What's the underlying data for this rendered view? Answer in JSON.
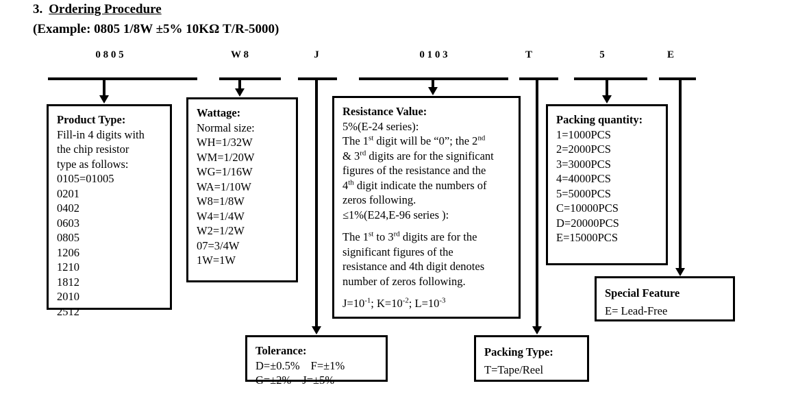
{
  "heading": {
    "number": "3.",
    "title": "Ordering Procedure",
    "example": "(Example: 0805 1/8W ±5% 10KΩ T/R-5000)"
  },
  "code_row": [
    {
      "id": "product-type",
      "value": "0  8  0  5"
    },
    {
      "id": "wattage",
      "value": "W  8"
    },
    {
      "id": "tolerance",
      "value": "J"
    },
    {
      "id": "resistance",
      "value": "0  1  0  3"
    },
    {
      "id": "packing-type",
      "value": "T"
    },
    {
      "id": "packing-quantity",
      "value": "5"
    },
    {
      "id": "special-feature",
      "value": "E"
    }
  ],
  "boxes": {
    "product_type": {
      "title": "Product Type:",
      "lines": [
        "Fill-in 4 digits with",
        "the chip resistor",
        "type as follows:",
        "0105=01005",
        "0201",
        "0402",
        "0603",
        "0805",
        "1206",
        "1210",
        "1812",
        "2010",
        "2512"
      ]
    },
    "wattage": {
      "title": "Wattage:",
      "lines": [
        "Normal size:",
        "WH=1/32W",
        "WM=1/20W",
        "WG=1/16W",
        "WA=1/10W",
        "W8=1/8W",
        "W4=1/4W",
        "W2=1/2W",
        "07=3/4W",
        "1W=1W"
      ]
    },
    "resistance": {
      "title": "Resistance Value:",
      "series_5pct": "5%(E-24 series):",
      "p1_a": "The 1",
      "p1_a_sup": "st",
      "p1_b": " digit will be “0”; the 2",
      "p1_b_sup": "nd",
      "p2_a": "& 3",
      "p2_a_sup": "rd",
      "p2_b": " digits are for the significant",
      "p3": "figures of the resistance and the",
      "p4_a": "4",
      "p4_a_sup": "th",
      "p4_b": " digit indicate the numbers of",
      "p5": "zeros following.",
      "series_1pct": "≤1%(E24,E-96 series ):",
      "q1_a": "The 1",
      "q1_a_sup": "st",
      "q1_b": " to 3",
      "q1_b_sup": "rd",
      "q1_c": " digits are for the",
      "q2": "significant figures of the",
      "q3": "resistance and 4th digit denotes",
      "q4": "number of zeros following.",
      "mult_j": "J=10",
      "mult_j_sup": "-1",
      "mult_k": "; K=10",
      "mult_k_sup": "-2",
      "mult_l": "; L=10",
      "mult_l_sup": "-3"
    },
    "packing_quantity": {
      "title": "Packing quantity:",
      "lines": [
        "1=1000PCS",
        "2=2000PCS",
        "3=3000PCS",
        "4=4000PCS",
        "5=5000PCS",
        "C=10000PCS",
        "D=20000PCS",
        "E=15000PCS"
      ]
    },
    "special_feature": {
      "title": "Special Feature",
      "lines": [
        "E= Lead-Free"
      ]
    },
    "tolerance": {
      "title": "Tolerance:",
      "row1_a": "D=±0.5%",
      "row1_b": "F=±1%",
      "row2_a": "G=±2%",
      "row2_b": "J=±5%"
    },
    "packing_type": {
      "title": "Packing Type:",
      "lines": [
        "T=Tape/Reel"
      ]
    }
  },
  "colors": {
    "ink": "#000000",
    "paper": "#ffffff"
  }
}
